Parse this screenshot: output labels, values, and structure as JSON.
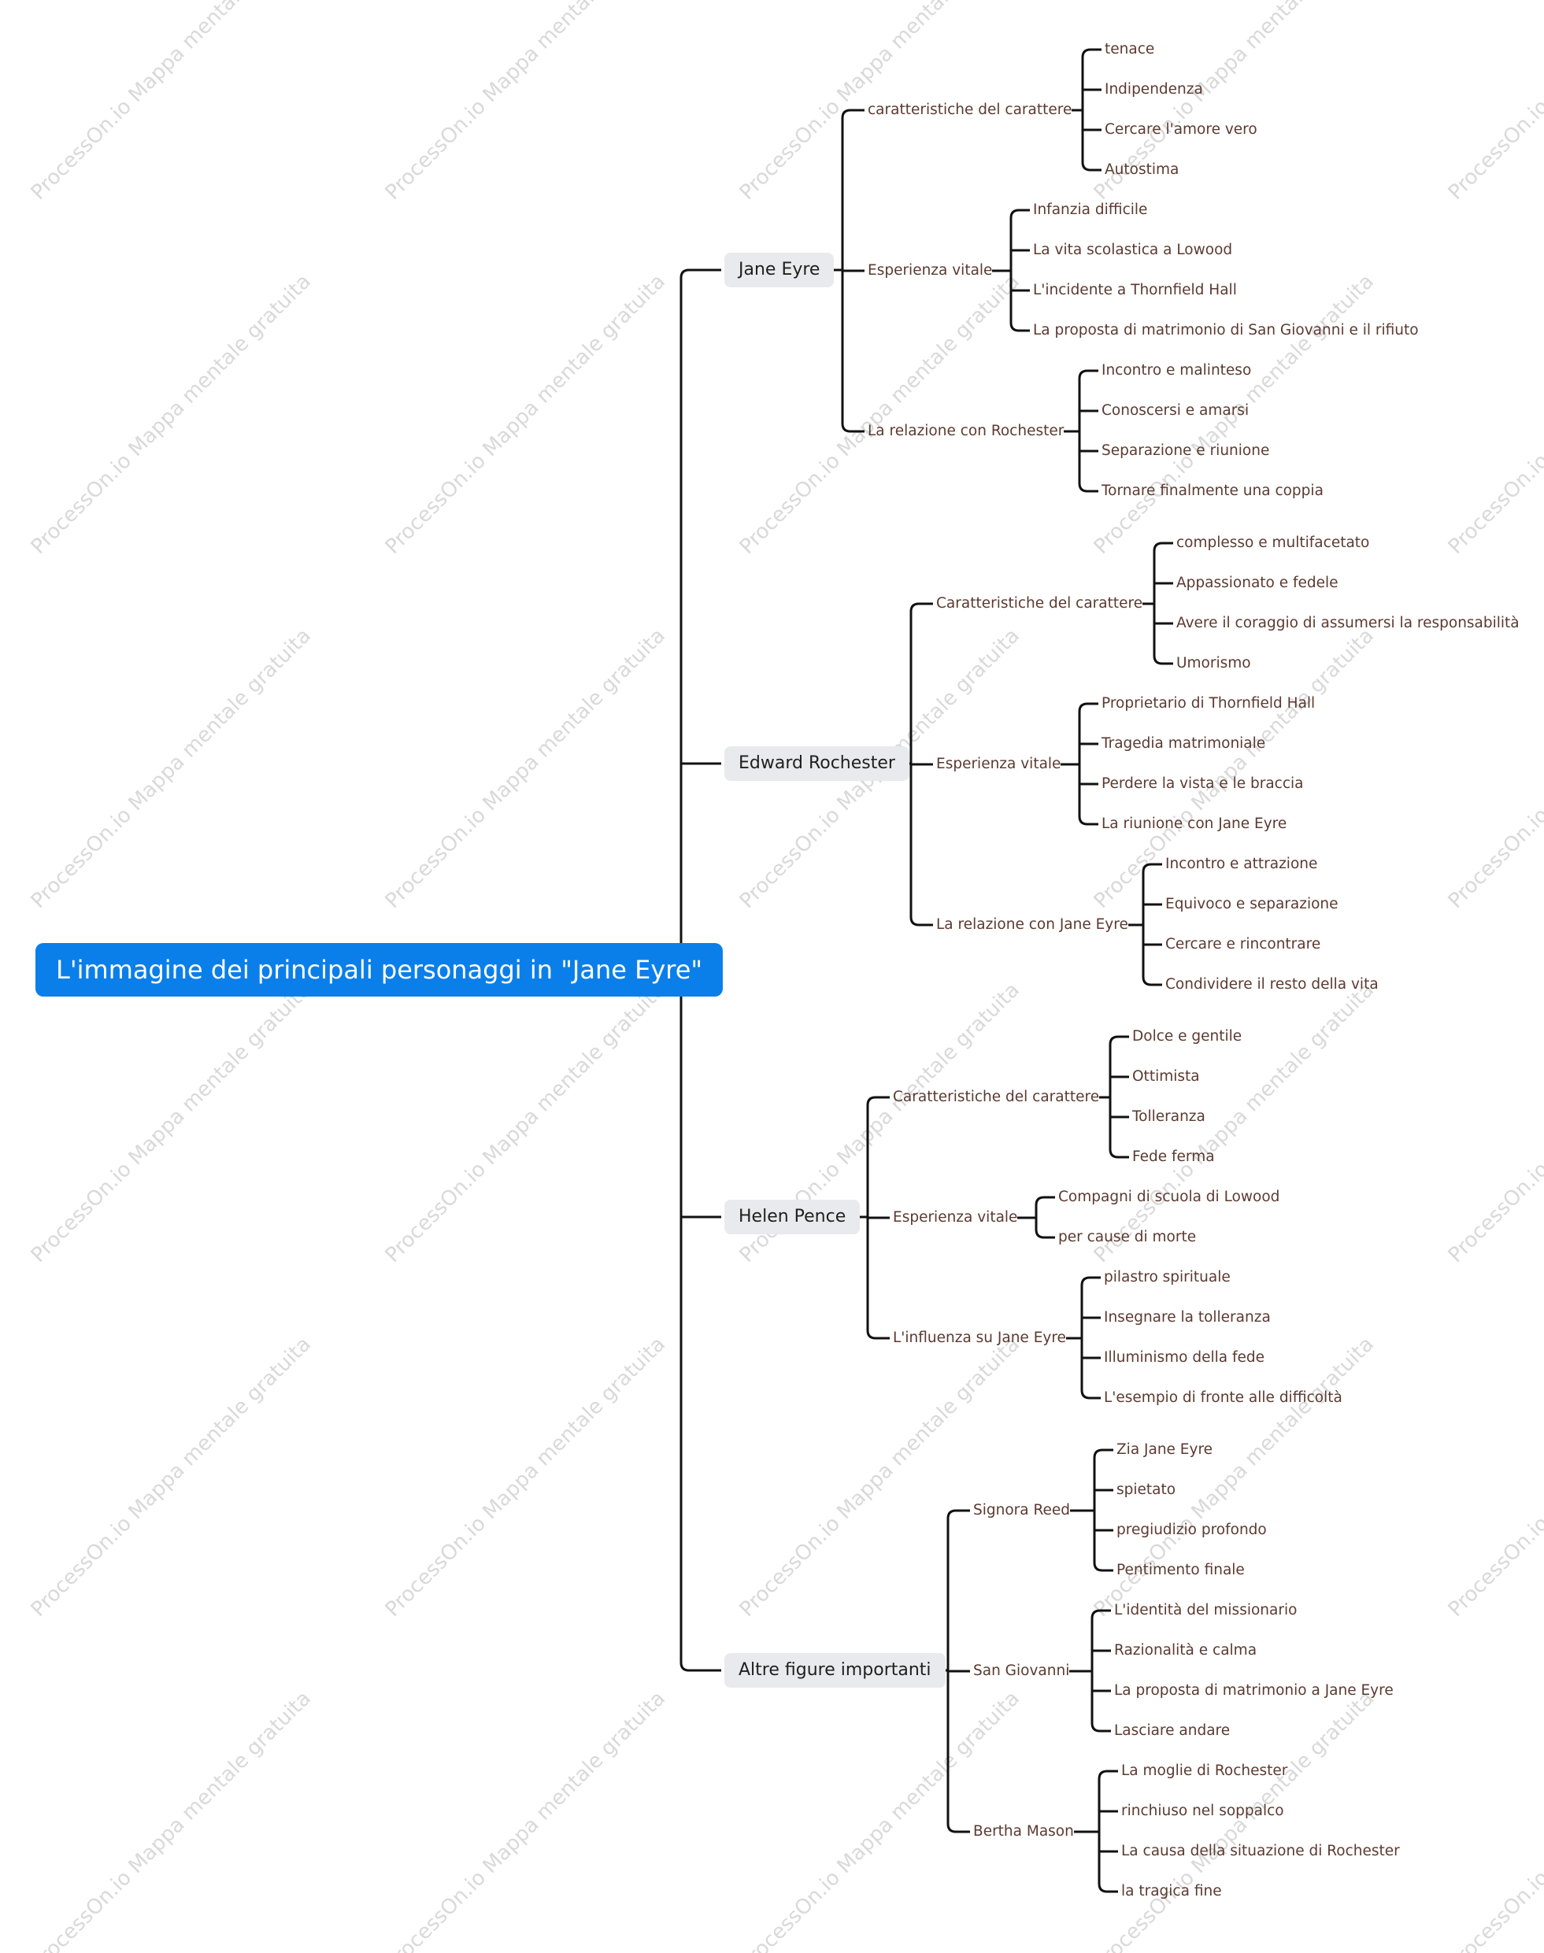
{
  "root": {
    "label": "L'immagine dei principali personaggi in \"Jane Eyre\"",
    "color": "#0b7fe9",
    "children": [
      {
        "label": "Jane Eyre",
        "children": [
          {
            "label": "caratteristiche del carattere",
            "children": [
              "tenace",
              "Indipendenza",
              "Cercare l'amore vero",
              "Autostima"
            ]
          },
          {
            "label": "Esperienza vitale",
            "children": [
              "Infanzia difficile",
              "La vita scolastica a Lowood",
              "L'incidente a Thornfield Hall",
              "La proposta di matrimonio di San Giovanni e il rifiuto"
            ]
          },
          {
            "label": "La relazione con Rochester",
            "children": [
              "Incontro e malinteso",
              "Conoscersi e amarsi",
              "Separazione e riunione",
              "Tornare finalmente una coppia"
            ]
          }
        ]
      },
      {
        "label": "Edward Rochester",
        "children": [
          {
            "label": "Caratteristiche del carattere",
            "children": [
              "complesso e multifacetato",
              "Appassionato e fedele",
              "Avere il coraggio di assumersi la responsabilità",
              "Umorismo"
            ]
          },
          {
            "label": "Esperienza vitale",
            "children": [
              "Proprietario di Thornfield Hall",
              "Tragedia matrimoniale",
              "Perdere la vista e le braccia",
              "La riunione con Jane Eyre"
            ]
          },
          {
            "label": "La relazione con Jane Eyre",
            "children": [
              "Incontro e attrazione",
              "Equivoco e separazione",
              "Cercare e rincontrare",
              "Condividere il resto della vita"
            ]
          }
        ]
      },
      {
        "label": "Helen Pence",
        "children": [
          {
            "label": "Caratteristiche del carattere",
            "children": [
              "Dolce e gentile",
              "Ottimista",
              "Tolleranza",
              "Fede ferma"
            ]
          },
          {
            "label": "Esperienza vitale",
            "children": [
              "Compagni di scuola di Lowood",
              "per cause di morte"
            ]
          },
          {
            "label": "L'influenza su Jane Eyre",
            "children": [
              "pilastro spirituale",
              "Insegnare la tolleranza",
              "Illuminismo della fede",
              "L'esempio di fronte alle difficoltà"
            ]
          }
        ]
      },
      {
        "label": "Altre figure importanti",
        "children": [
          {
            "label": "Signora Reed",
            "children": [
              "Zia Jane Eyre",
              "spietato",
              "pregiudizio profondo",
              "Pentimento finale"
            ]
          },
          {
            "label": "San Giovanni",
            "children": [
              "L'identità del missionario",
              "Razionalità e calma",
              "La proposta di matrimonio a Jane Eyre",
              "Lasciare andare"
            ]
          },
          {
            "label": "Bertha Mason",
            "children": [
              "La moglie di Rochester",
              "rinchiuso nel soppalco",
              "La causa della situazione di Rochester",
              "la tragica fine"
            ]
          }
        ]
      }
    ]
  },
  "watermark": "ProcessOn.io Mappa mentale gratuita"
}
